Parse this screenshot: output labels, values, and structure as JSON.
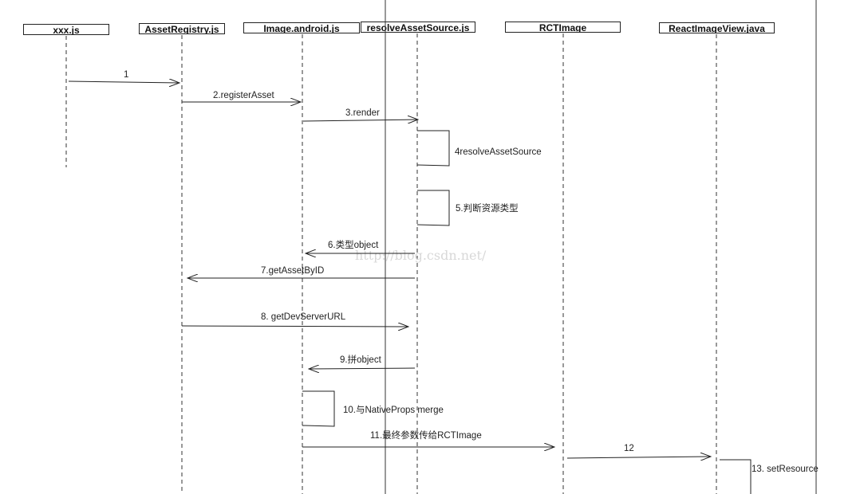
{
  "participants": [
    {
      "id": "xxx",
      "label": "xxx.js"
    },
    {
      "id": "registry",
      "label": "AssetRegistry.js"
    },
    {
      "id": "image",
      "label": "Image.android.js"
    },
    {
      "id": "resolve",
      "label": "resolveAssetSource.js"
    },
    {
      "id": "rctimage",
      "label": "RCTImage"
    },
    {
      "id": "reactimageview",
      "label": "ReactImageView.java"
    }
  ],
  "messages": [
    {
      "id": "m1",
      "label": "1"
    },
    {
      "id": "m2",
      "label": "2.registerAsset"
    },
    {
      "id": "m3",
      "label": "3.render"
    },
    {
      "id": "m4",
      "prefix": "4",
      "label": "resolveAssetSource"
    },
    {
      "id": "m5",
      "label": "5.判断资源类型"
    },
    {
      "id": "m6",
      "label": "6.类型object"
    },
    {
      "id": "m7",
      "label": "7.getAssetByID"
    },
    {
      "id": "m8",
      "prefix": "8. ",
      "label": "getDevServerURL"
    },
    {
      "id": "m9",
      "label": "9.拼object"
    },
    {
      "id": "m10",
      "label": "10.与NativeProps merge"
    },
    {
      "id": "m11",
      "label": "11.最终参数传给RCTImage"
    },
    {
      "id": "m12",
      "label": "12"
    },
    {
      "id": "m13",
      "label": "13. setResource"
    }
  ],
  "watermark": "http://blog.csdn.net/"
}
